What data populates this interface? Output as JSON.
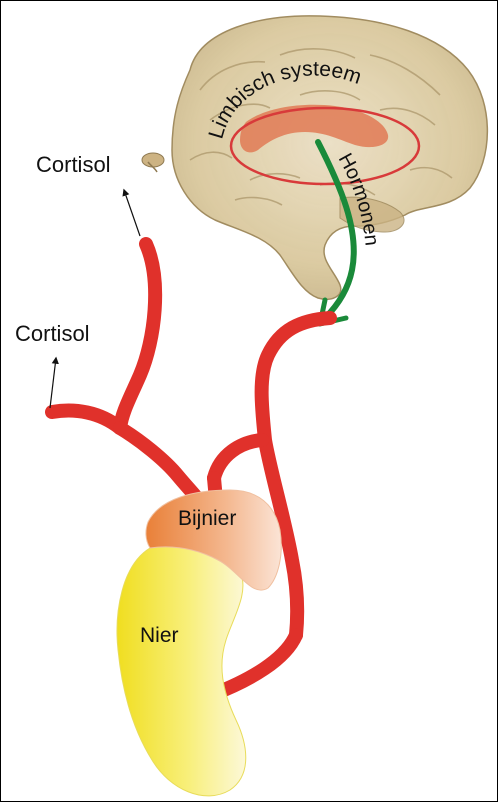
{
  "labels": {
    "limbic": "Limbisch systeem",
    "hormones": "Hormonen",
    "cortisol_top": "Cortisol",
    "cortisol_left": "Cortisol",
    "adrenal": "Bijnier",
    "kidney": "Nier"
  },
  "colors": {
    "vessel": "#e0312b",
    "arrow": "#1a8a3a",
    "limbic_ring": "#d83a3a",
    "adrenal": "#ec8a4a",
    "kidney": "#f3e53a",
    "brain": "#d8c59a"
  },
  "icons": {
    "brain": "brain-illustration",
    "mini_brain": "mini-brain-icon"
  }
}
